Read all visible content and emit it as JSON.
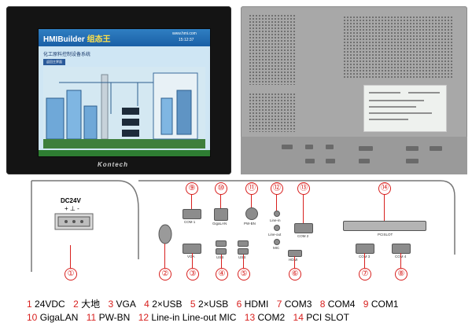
{
  "front": {
    "header_title": "HMIBuilder",
    "header_brand": "组态王",
    "header_sub": "www.hmi.com",
    "header_time": "15:12:37",
    "page_title": "化工原料控制设备系统",
    "page_button": "返回主界面",
    "brand_logo": "Kontech"
  },
  "ports": {
    "dc_label": "DC24V",
    "dc_pins": "+ ⊥ -",
    "com1": "COM 1",
    "gigalan": "GigaLAN",
    "pwbn": "PW-BN",
    "line_in": "Line-in",
    "line_out": "Line-out",
    "mic": "MIC",
    "com2": "COM 2",
    "pci": "PCISLOT",
    "vga": "VGA",
    "usb1": "USB",
    "usb2": "USB",
    "hdmi": "HDMI",
    "com3": "COM 3",
    "com4": "COM 4"
  },
  "callouts": [
    "①",
    "②",
    "③",
    "④",
    "⑤",
    "⑥",
    "⑦",
    "⑧",
    "⑨",
    "⑩",
    "⑪",
    "⑫",
    "⑬",
    "⑭"
  ],
  "legend": {
    "row1": [
      {
        "n": "1",
        "t": "24VDC"
      },
      {
        "n": "2",
        "t": "大地"
      },
      {
        "n": "3",
        "t": "VGA"
      },
      {
        "n": "4",
        "t": "2×USB"
      },
      {
        "n": "5",
        "t": "2×USB"
      },
      {
        "n": "6",
        "t": "HDMI"
      },
      {
        "n": "7",
        "t": "COM3"
      },
      {
        "n": "8",
        "t": "COM4"
      },
      {
        "n": "9",
        "t": "COM1"
      }
    ],
    "row2": [
      {
        "n": "10",
        "t": "GigaLAN"
      },
      {
        "n": "11",
        "t": "PW-BN"
      },
      {
        "n": "12",
        "t": "Line-in Line-out MIC"
      },
      {
        "n": "13",
        "t": "COM2"
      },
      {
        "n": "14",
        "t": "PCI SLOT"
      }
    ]
  },
  "colors": {
    "callout": "#d8201e",
    "bezel": "#141414",
    "back": "#a8a8a8"
  }
}
